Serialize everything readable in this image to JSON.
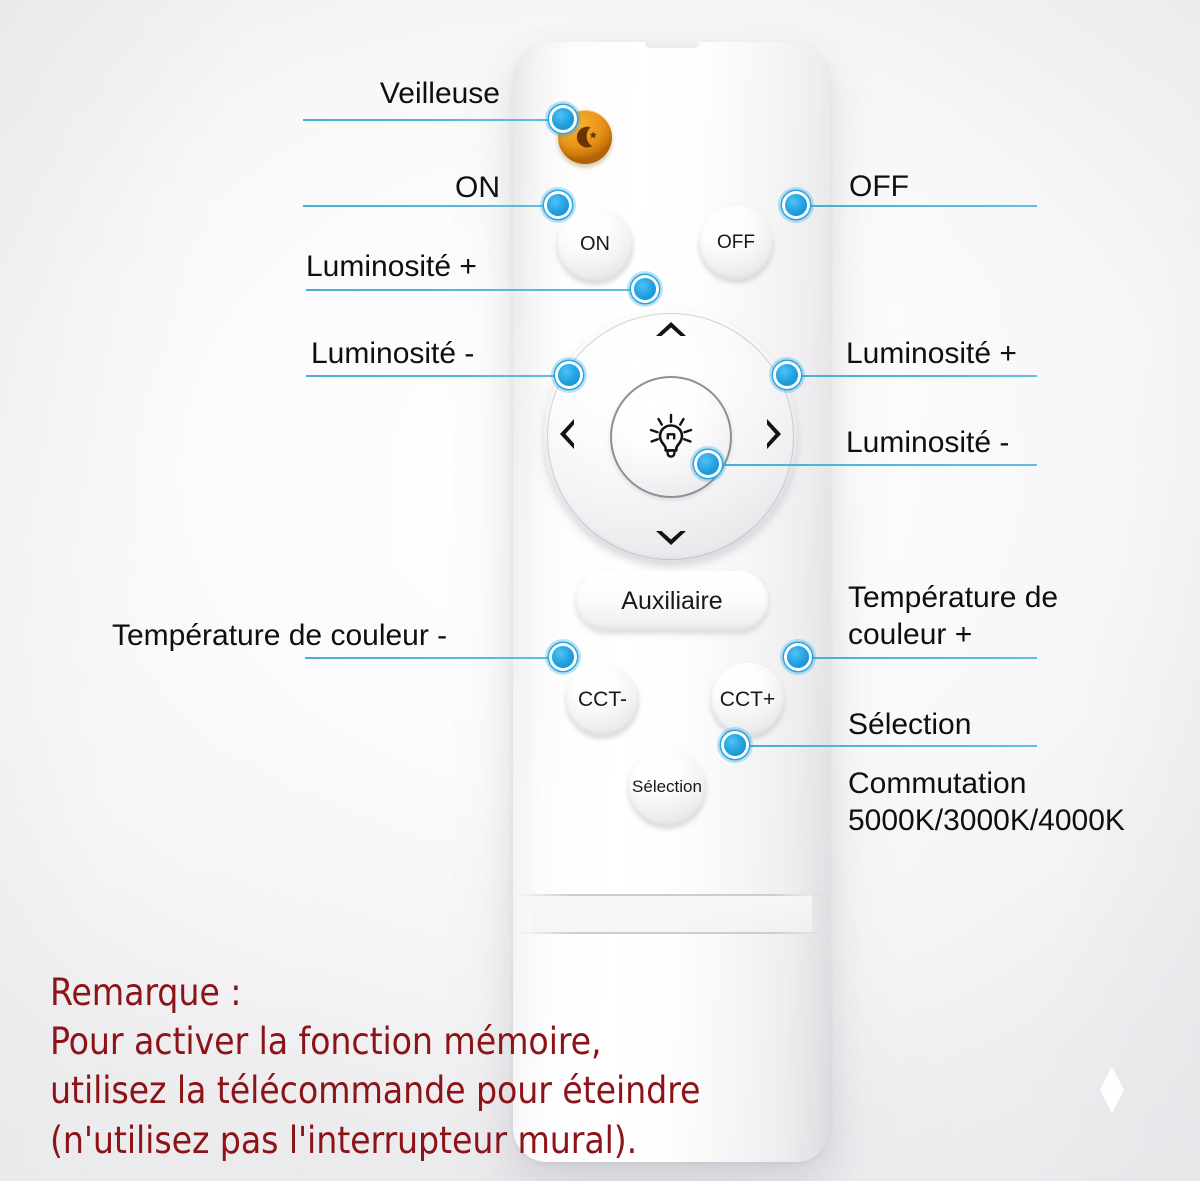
{
  "device": {
    "name": "LED ceiling light remote control",
    "body_color": "#fdfdfd"
  },
  "accent": {
    "callout_dot": "#1f9fe0",
    "callout_line": "#44ACD2",
    "night_button": "#ee9f1f",
    "remark_text": "#8C1418"
  },
  "buttons": {
    "night_light": {
      "label": "",
      "icon": "crescent-moon-star-icon"
    },
    "on": {
      "label": "ON"
    },
    "off": {
      "label": "OFF"
    },
    "nav_up": {
      "label": "⌃",
      "icon": "chevron-up-icon"
    },
    "nav_down": {
      "label": "⌄",
      "icon": "chevron-down-icon"
    },
    "nav_left": {
      "label": "‹",
      "icon": "chevron-left-icon"
    },
    "nav_right": {
      "label": "›",
      "icon": "chevron-right-icon"
    },
    "center": {
      "label": "",
      "icon": "light-bulb-icon"
    },
    "auxiliary": {
      "label": "Auxiliaire"
    },
    "cct_minus": {
      "label": "CCT-"
    },
    "cct_plus": {
      "label": "CCT+"
    },
    "selection": {
      "label": "Sélection"
    }
  },
  "callouts": {
    "left": [
      {
        "id": "veilleuse",
        "text": "Veilleuse"
      },
      {
        "id": "on",
        "text": "ON"
      },
      {
        "id": "luminosite_plus",
        "text": "Luminosité +"
      },
      {
        "id": "luminosite_moins",
        "text": "Luminosité -"
      },
      {
        "id": "temp_couleur_moins",
        "text": "Température de couleur -"
      }
    ],
    "right": [
      {
        "id": "off",
        "text": "OFF"
      },
      {
        "id": "luminosite_plus",
        "text": "Luminosité +"
      },
      {
        "id": "luminosite_moins",
        "text": "Luminosité -"
      },
      {
        "id": "temp_couleur_plus",
        "text": "Température de\ncouleur +"
      },
      {
        "id": "selection",
        "text": "Sélection"
      }
    ],
    "note_right": "Commutation\n5000K/3000K/4000K"
  },
  "remark": {
    "text": "Remarque :\nPour activer la fonction mémoire,\nutilisez la télécommande pour éteindre\n(n'utilisez pas l'interrupteur mural)."
  }
}
